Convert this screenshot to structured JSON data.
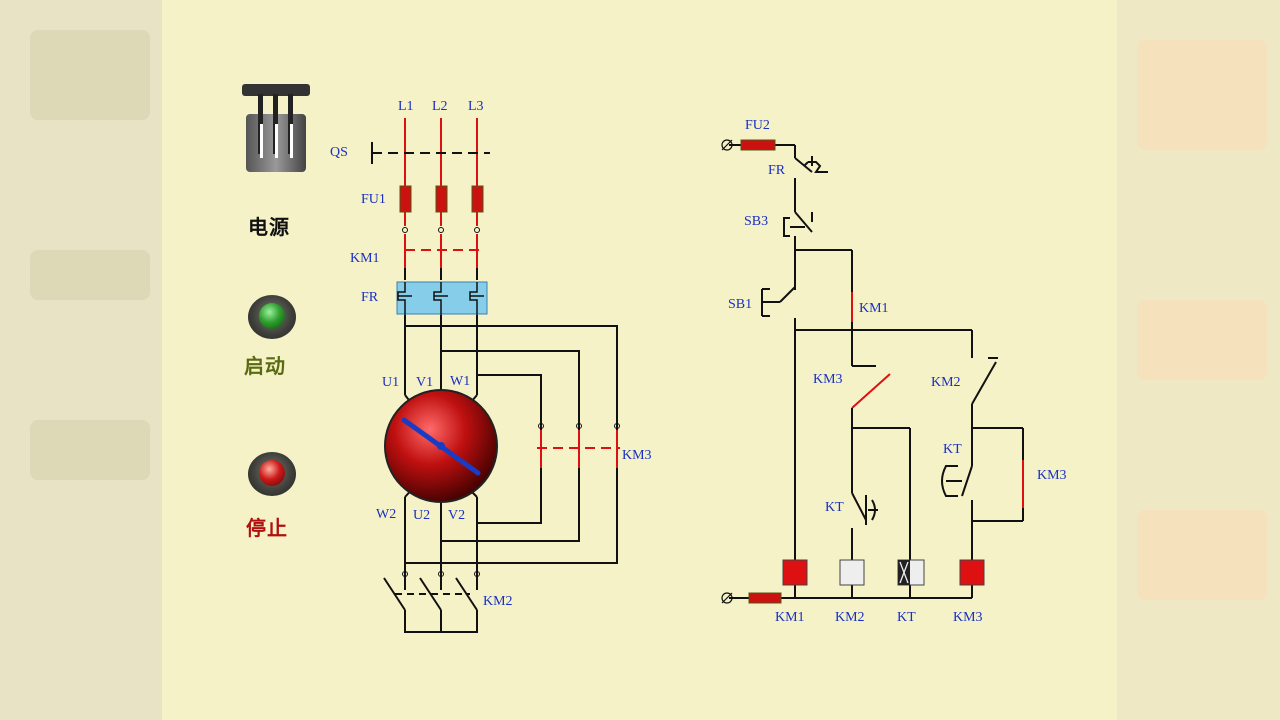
{
  "controls": {
    "power_label": "电源",
    "start_label": "启动",
    "stop_label": "停止"
  },
  "main_circuit": {
    "phase_l1": "L1",
    "phase_l2": "L2",
    "phase_l3": "L3",
    "qs": "QS",
    "fu1": "FU1",
    "km1": "KM1",
    "fr": "FR",
    "u1": "U1",
    "v1": "V1",
    "w1": "W1",
    "w2": "W2",
    "u2": "U2",
    "v2": "V2",
    "km3": "KM3",
    "km2": "KM2"
  },
  "control_circuit": {
    "fu2": "FU2",
    "fr": "FR",
    "sb3": "SB3",
    "sb1": "SB1",
    "km1_contact": "KM1",
    "km3_contact": "KM3",
    "km2_contact": "KM2",
    "kt_contact": "KT",
    "kt_timed": "KT",
    "km3_hold": "KM3",
    "coil_km1": "KM1",
    "coil_km2": "KM2",
    "coil_kt": "KT",
    "coil_km3": "KM3"
  },
  "colors": {
    "wire": "#111111",
    "energized": "#dd1111",
    "label": "#1a2fc2",
    "fr_block": "#86cdea",
    "start_button": "#2fa02f",
    "stop_button": "#cc1a1a",
    "start_text": "#5a6a10",
    "stop_text": "#b01010"
  }
}
